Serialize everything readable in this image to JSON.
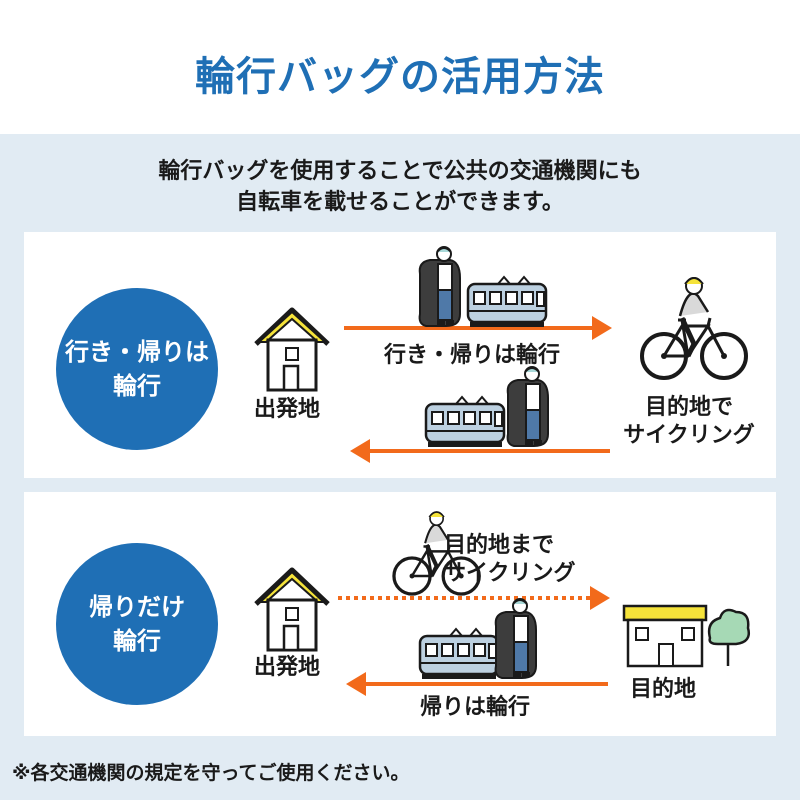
{
  "title": "輪行バッグの活用方法",
  "intro": {
    "line1": "輪行バッグを使用することで公共の交通機関にも",
    "line2": "自転車を載せることができます。"
  },
  "panel_round_trip": {
    "badge_line1": "行き・帰りは",
    "badge_line2": "輪行",
    "origin_label": "出発地",
    "route_label": "行き・帰りは輪行",
    "destination_line1": "目的地で",
    "destination_line2": "サイクリング"
  },
  "panel_return_only": {
    "badge_line1": "帰りだけ",
    "badge_line2": "輪行",
    "origin_label": "出発地",
    "ride_label_line1": "目的地まで",
    "ride_label_line2": "サイクリング",
    "return_label": "帰りは輪行",
    "destination_label": "目的地"
  },
  "footnote": "※各交通機関の規定を守ってご使用ください。",
  "colors": {
    "accent_blue": "#1f6fb5",
    "arrow_orange": "#f26a1b",
    "house_yellow": "#f5e33a",
    "band_blue": "#e1ebf3"
  },
  "icons": [
    "house-icon",
    "train-icon",
    "bike-bag-person-icon",
    "cyclist-icon",
    "building-icon",
    "tree-icon",
    "arrow-right-icon",
    "arrow-left-icon",
    "dotted-arrow-right-icon"
  ]
}
